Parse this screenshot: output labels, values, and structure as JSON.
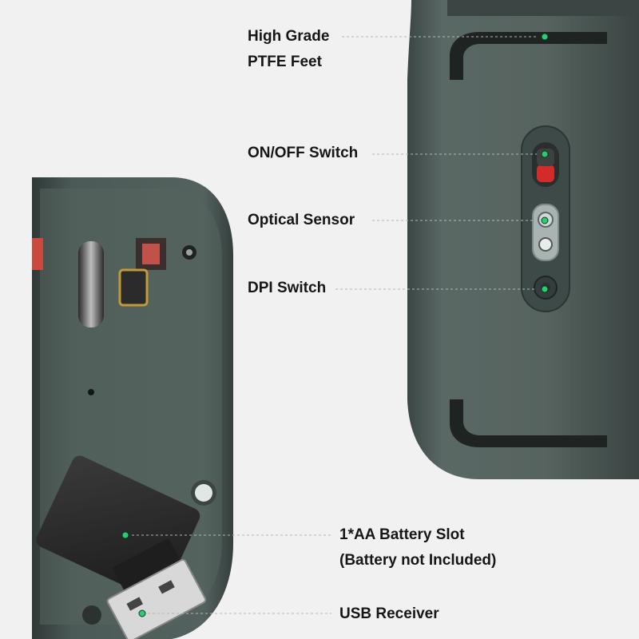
{
  "callouts": {
    "feet": {
      "line1": "High Grade",
      "line2": "PTFE Feet"
    },
    "power_switch": "ON/OFF Switch",
    "sensor": "Optical Sensor",
    "dpi_switch": "DPI Switch",
    "battery": {
      "line1": "1*AA Battery Slot",
      "line2": "(Battery not Included)"
    },
    "receiver": "USB Receiver"
  },
  "colors": {
    "mouse_shell": "#4d5b58",
    "mouse_shell_dark": "#2f3836",
    "background": "#f1f1f1",
    "marker_green": "#2ecc71",
    "switch_red": "#d32a2a"
  }
}
